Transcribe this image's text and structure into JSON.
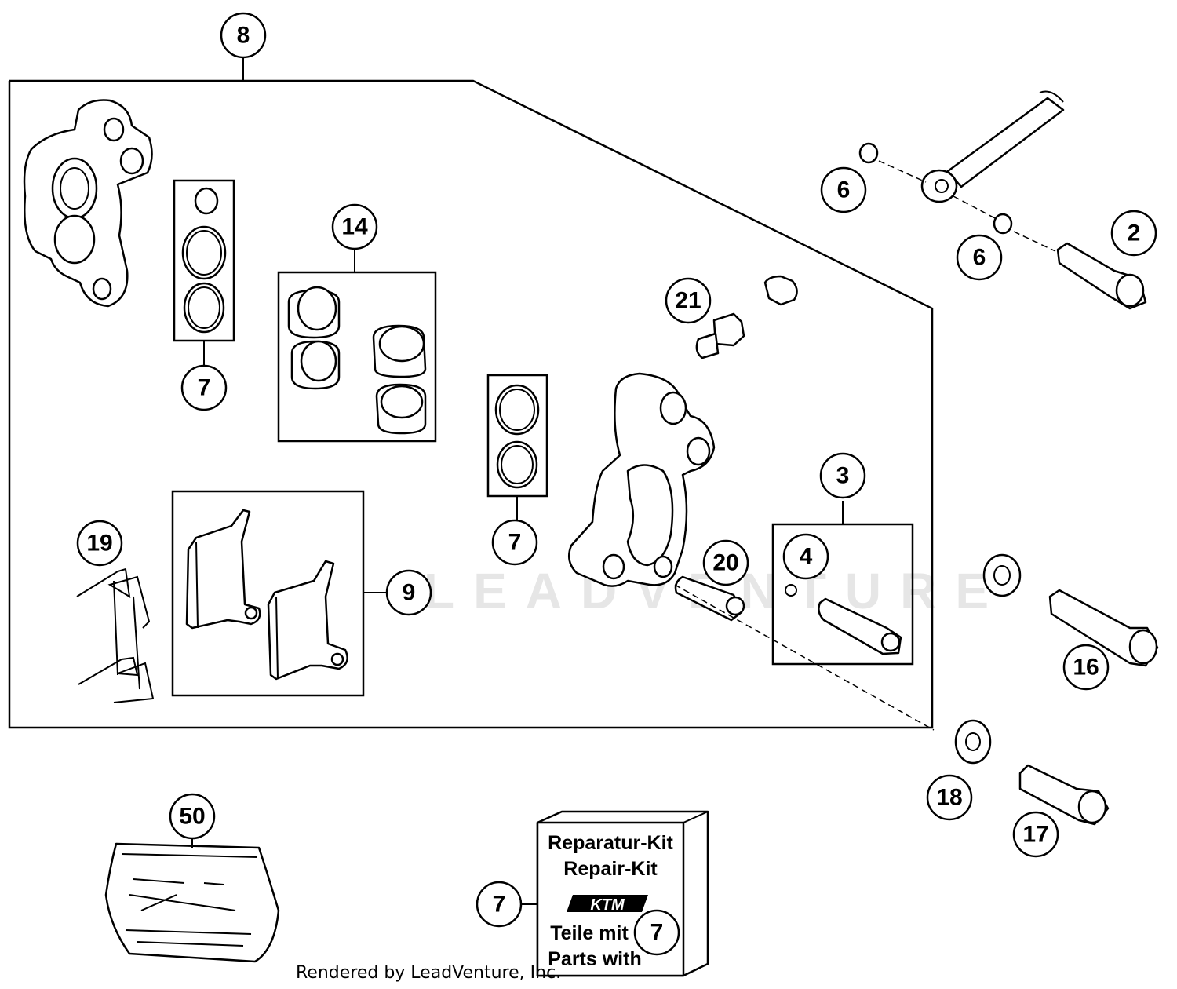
{
  "callouts": {
    "c8": "8",
    "c6a": "6",
    "c6b": "6",
    "c2": "2",
    "c14": "14",
    "c21": "21",
    "c7a": "7",
    "c7b": "7",
    "c3": "3",
    "c4": "4",
    "c20": "20",
    "c19": "19",
    "c9": "9",
    "c16": "16",
    "c18": "18",
    "c17": "17",
    "c50": "50",
    "c7c": "7",
    "c7d": "7"
  },
  "repair_kit": {
    "line1": "Reparatur-Kit",
    "line2": "Repair-Kit",
    "brand": "KTM",
    "line3": "Teile mit",
    "line4": "Parts with"
  },
  "watermark": "LEADVENTURE",
  "credit": "Rendered by LeadVenture, Inc."
}
